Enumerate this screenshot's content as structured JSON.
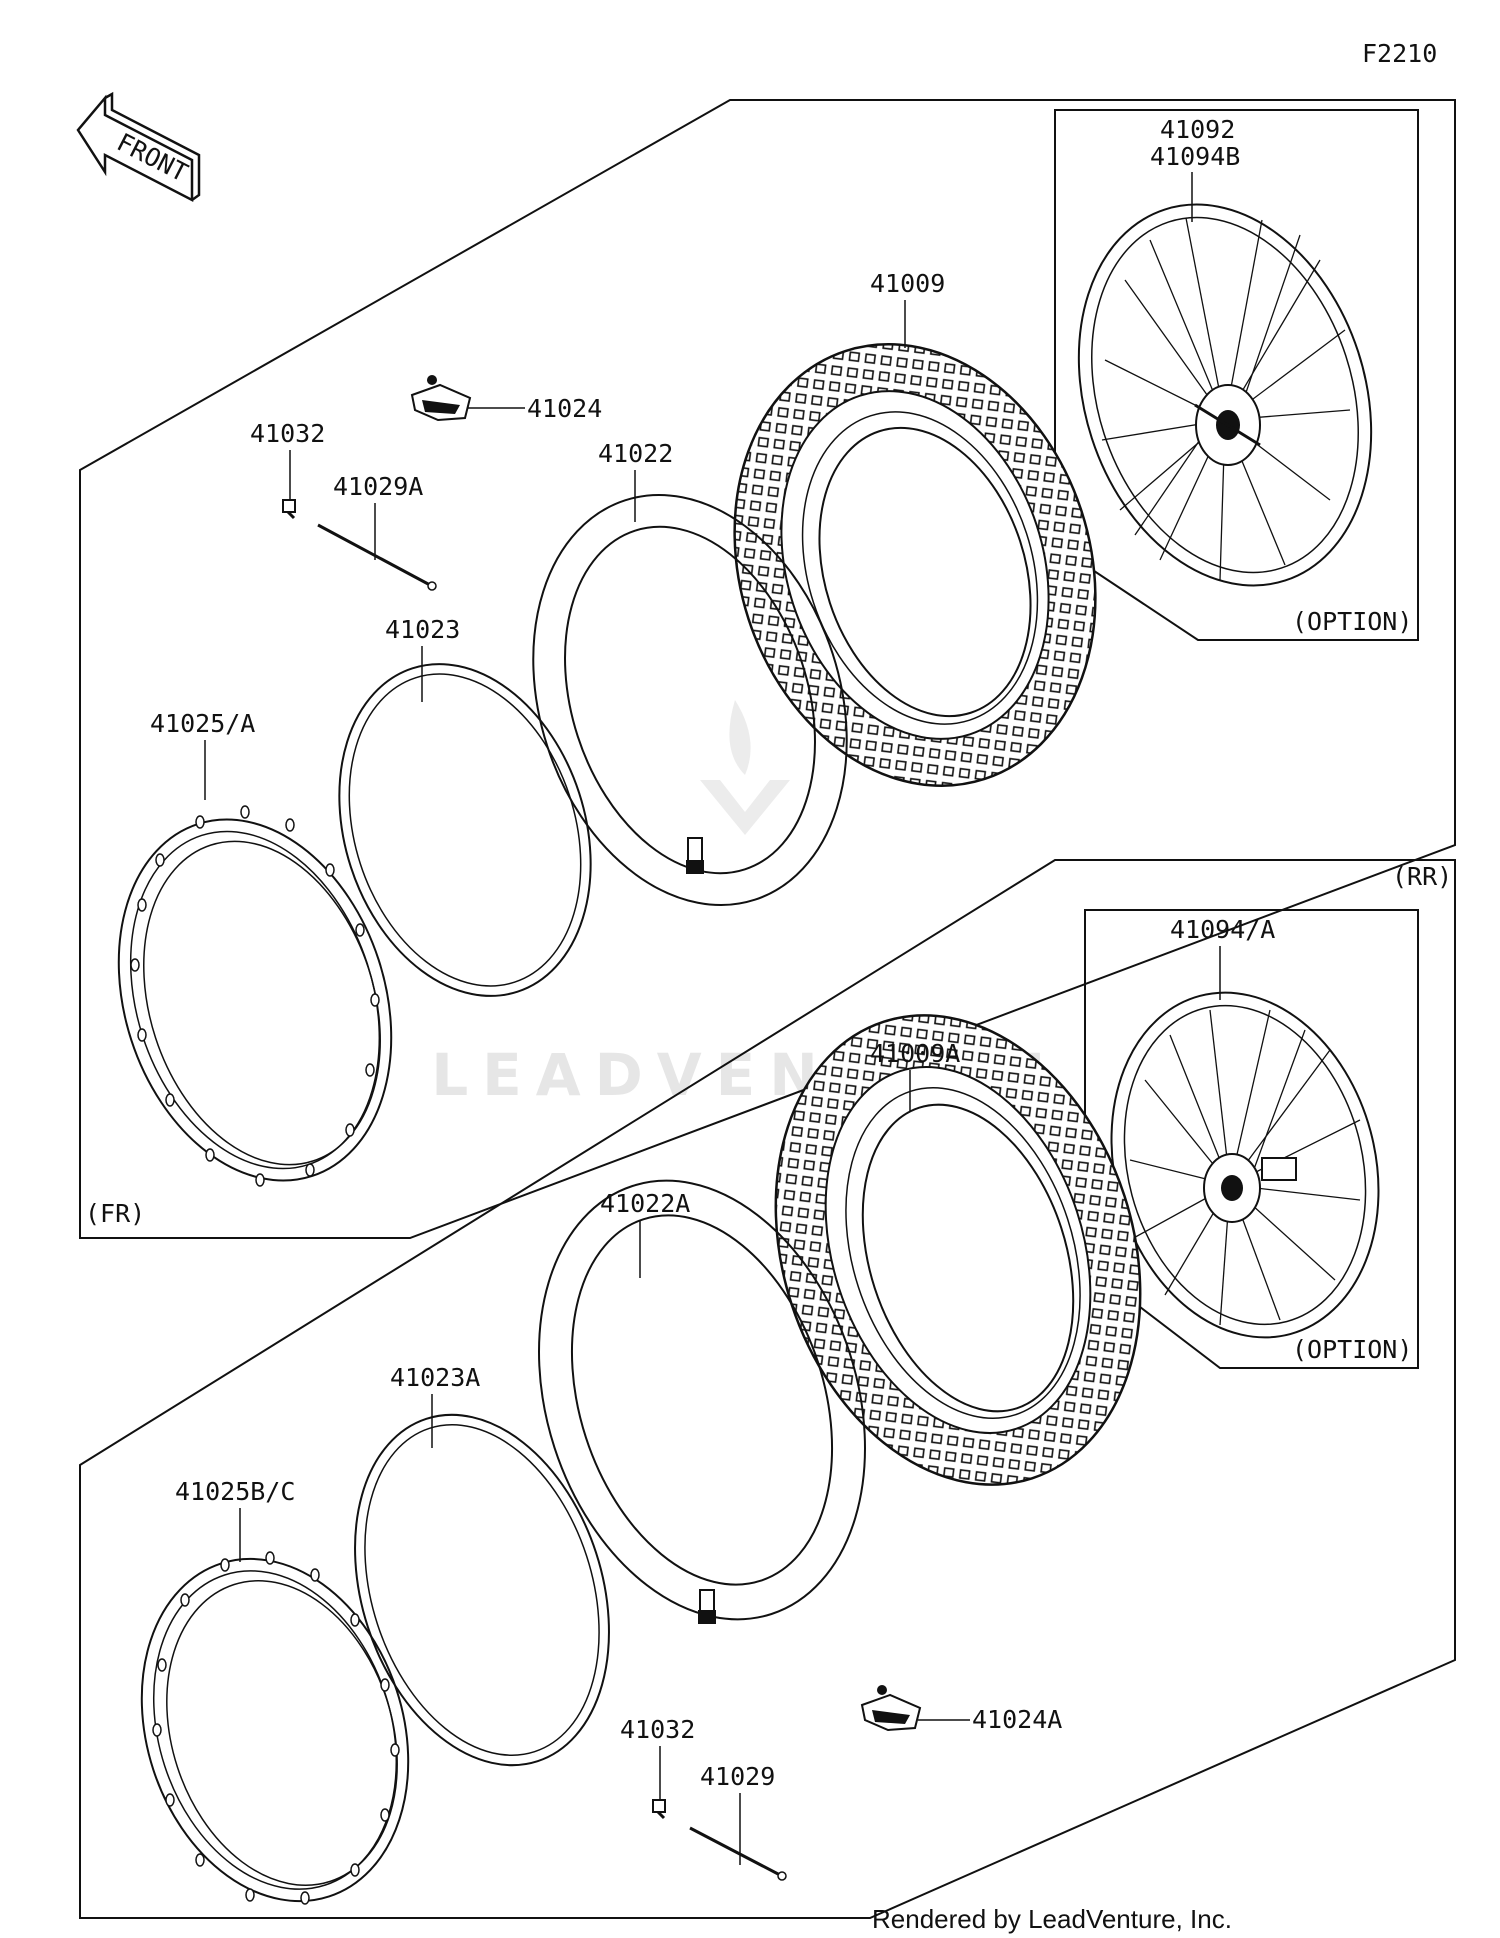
{
  "figure_code": "F2210",
  "front_arrow_label": "FRONT",
  "watermark": "LEADVENTURE",
  "credit": "Rendered by LeadVenture, Inc.",
  "front_section": {
    "tag": "(FR)",
    "option_tag": "(OPTION)",
    "parts": {
      "wheel_assy": "41092",
      "wheel_assy_alt": "41094B",
      "tire": "41009",
      "rim_lock": "41024",
      "tube": "41022",
      "nipple": "41032",
      "spoke": "41029A",
      "rim_band": "41023",
      "rim": "41025/A"
    }
  },
  "rear_section": {
    "tag": "(RR)",
    "option_tag": "(OPTION)",
    "parts": {
      "wheel_assy": "41094/A",
      "tire": "41009A",
      "tube": "41022A",
      "rim_band": "41023A",
      "rim": "41025B/C",
      "rim_lock": "41024A",
      "nipple": "41032",
      "spoke": "41029"
    }
  }
}
